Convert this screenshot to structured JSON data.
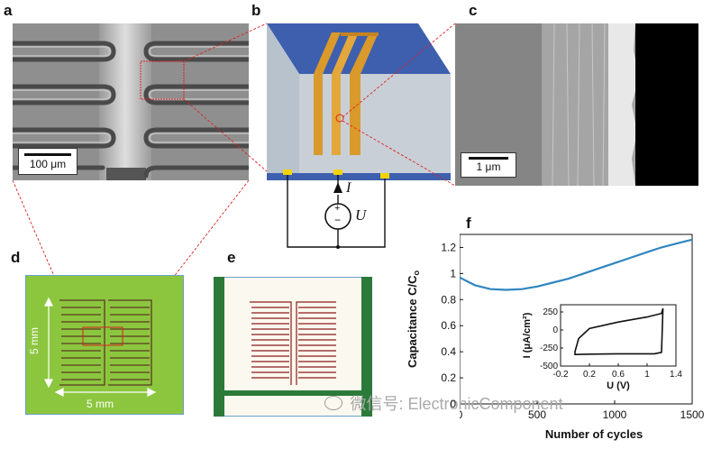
{
  "panels": {
    "a": {
      "label": "a",
      "scale_bar": "100 μm"
    },
    "b": {
      "label": "b",
      "current_symbol": "I",
      "voltage_symbol": "U",
      "plus": "+",
      "minus": "−"
    },
    "c": {
      "label": "c",
      "scale_bar": "1 μm"
    },
    "d": {
      "label": "d",
      "dim_vertical": "5 mm",
      "dim_horizontal": "5 mm"
    },
    "e": {
      "label": "e"
    },
    "f": {
      "label": "f"
    }
  },
  "watermark": {
    "text": "微信号: ElectronicComponent"
  },
  "colors": {
    "green_substrate": "#8cc63f",
    "gold": "#e3a73b",
    "blue_top": "#3d5fae",
    "curve": "#2f86c0",
    "electrode": "#8b1a1a"
  },
  "chart_data": [
    {
      "type": "line",
      "title": "",
      "xlabel": "Number of cycles",
      "ylabel": "Capacitance C/C",
      "ylabel_subscript": "o",
      "xlim": [
        0,
        1500
      ],
      "ylim": [
        0,
        1.3
      ],
      "xticks": [
        "0",
        "500",
        "1000",
        "1500"
      ],
      "yticks": [
        "0",
        "0.2",
        "0.4",
        "0.6",
        "0.8",
        "1",
        "1.2"
      ],
      "series": [
        {
          "x": [
            0,
            50,
            100,
            200,
            300,
            400,
            500,
            600,
            700,
            800,
            900,
            1000,
            1100,
            1200,
            1300,
            1400,
            1500
          ],
          "y": [
            0.97,
            0.94,
            0.91,
            0.88,
            0.875,
            0.88,
            0.9,
            0.93,
            0.96,
            1.0,
            1.04,
            1.08,
            1.12,
            1.16,
            1.2,
            1.23,
            1.26
          ]
        }
      ]
    },
    {
      "type": "line",
      "title": "",
      "xlabel": "U (V)",
      "ylabel": "I (μA/cm²)",
      "xlim": [
        -0.2,
        1.4
      ],
      "ylim": [
        -500,
        350
      ],
      "xticks": [
        "-0.2",
        "0.2",
        "0.6",
        "1",
        "1.4"
      ],
      "yticks": [
        "-500",
        "-250",
        "0",
        "250"
      ],
      "series": [
        {
          "x": [
            0.0,
            0.05,
            0.2,
            0.6,
            1.0,
            1.2,
            1.22,
            1.2,
            1.1,
            0.6,
            0.2,
            0.0,
            0.0
          ],
          "y": [
            -300,
            -120,
            20,
            110,
            180,
            230,
            300,
            -310,
            -330,
            -330,
            -335,
            -340,
            -300
          ]
        }
      ]
    }
  ]
}
